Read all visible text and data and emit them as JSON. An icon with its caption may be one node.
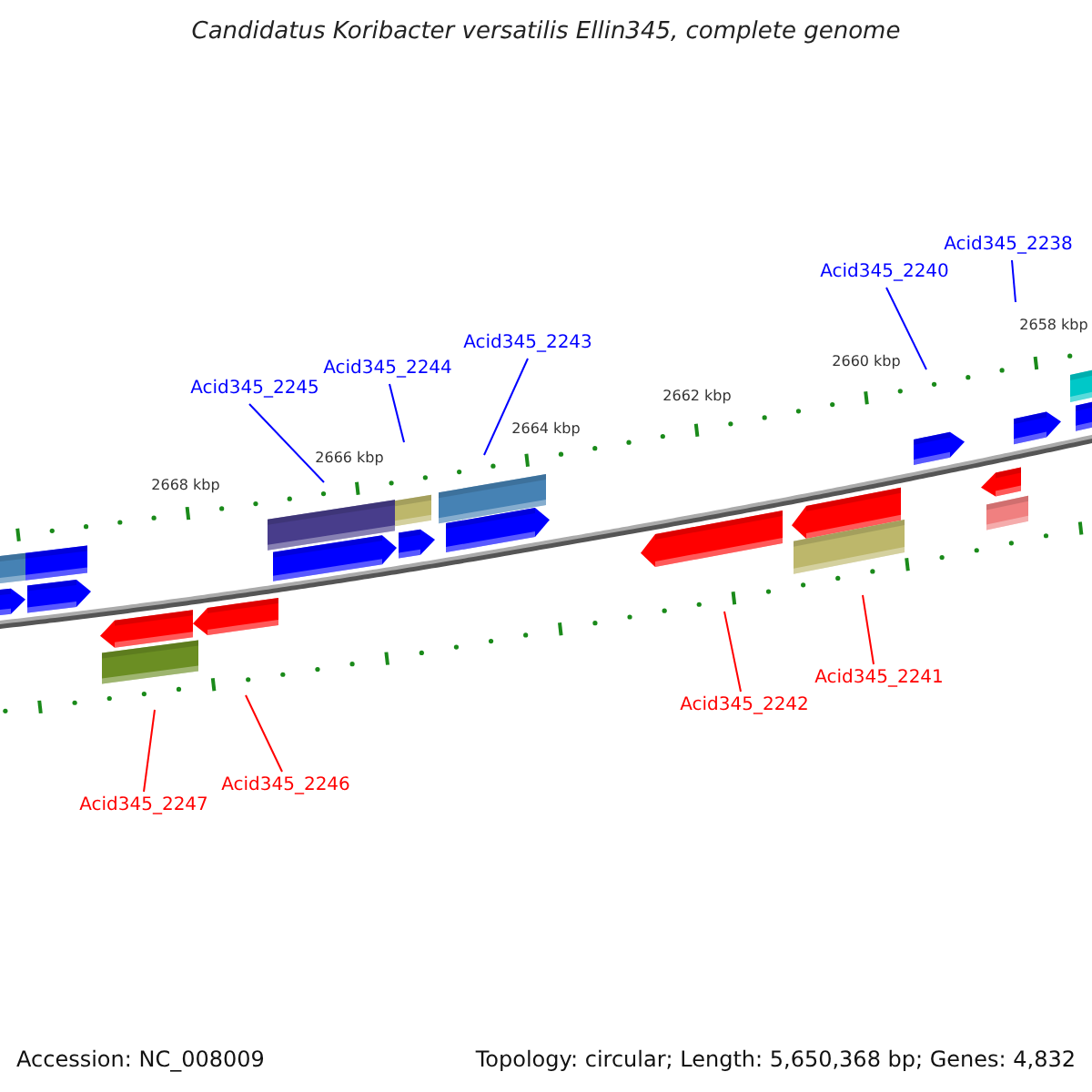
{
  "diagram": {
    "title": "Candidatus Koribacter versatilis Ellin345, complete genome",
    "nodes": [
      {
        "text": [
          "Acid345_2238"
        ]
      },
      {
        "text": [
          "Acid345_2240"
        ]
      },
      {
        "text": [
          "Acid345_2243"
        ]
      },
      {
        "text": [
          "Acid345_2244"
        ]
      },
      {
        "text": [
          "Acid345_2245"
        ]
      },
      {
        "text": [
          "Acid345_2241"
        ]
      },
      {
        "text": [
          "Acid345_2242"
        ]
      },
      {
        "text": [
          "Acid345_2246"
        ]
      },
      {
        "text": [
          "Acid345_2247"
        ]
      }
    ],
    "edges": [
      {
        "from": 0,
        "to": null,
        "arrow": "none"
      },
      {
        "from": 1,
        "to": null,
        "arrow": "none"
      },
      {
        "from": 2,
        "to": null,
        "arrow": "none"
      },
      {
        "from": 3,
        "to": null,
        "arrow": "none"
      },
      {
        "from": 4,
        "to": null,
        "arrow": "none"
      },
      {
        "from": 5,
        "to": null,
        "arrow": "none",
        "color": "#ff0000"
      },
      {
        "from": 6,
        "to": null,
        "arrow": "none",
        "color": "#ff0000"
      },
      {
        "from": 7,
        "to": null,
        "arrow": "none",
        "color": "#ff0000"
      },
      {
        "from": 8,
        "to": null,
        "arrow": "none",
        "color": "#ff0000"
      }
    ],
    "labels": [
      "2658 kbp",
      "2660 kbp",
      "2662 kbp",
      "2664 kbp",
      "2666 kbp",
      "2668 kbp",
      "Accession: NC_008009",
      "Topology: circular; Length: 5,650,368 bp; Genes: 4,832"
    ]
  }
}
